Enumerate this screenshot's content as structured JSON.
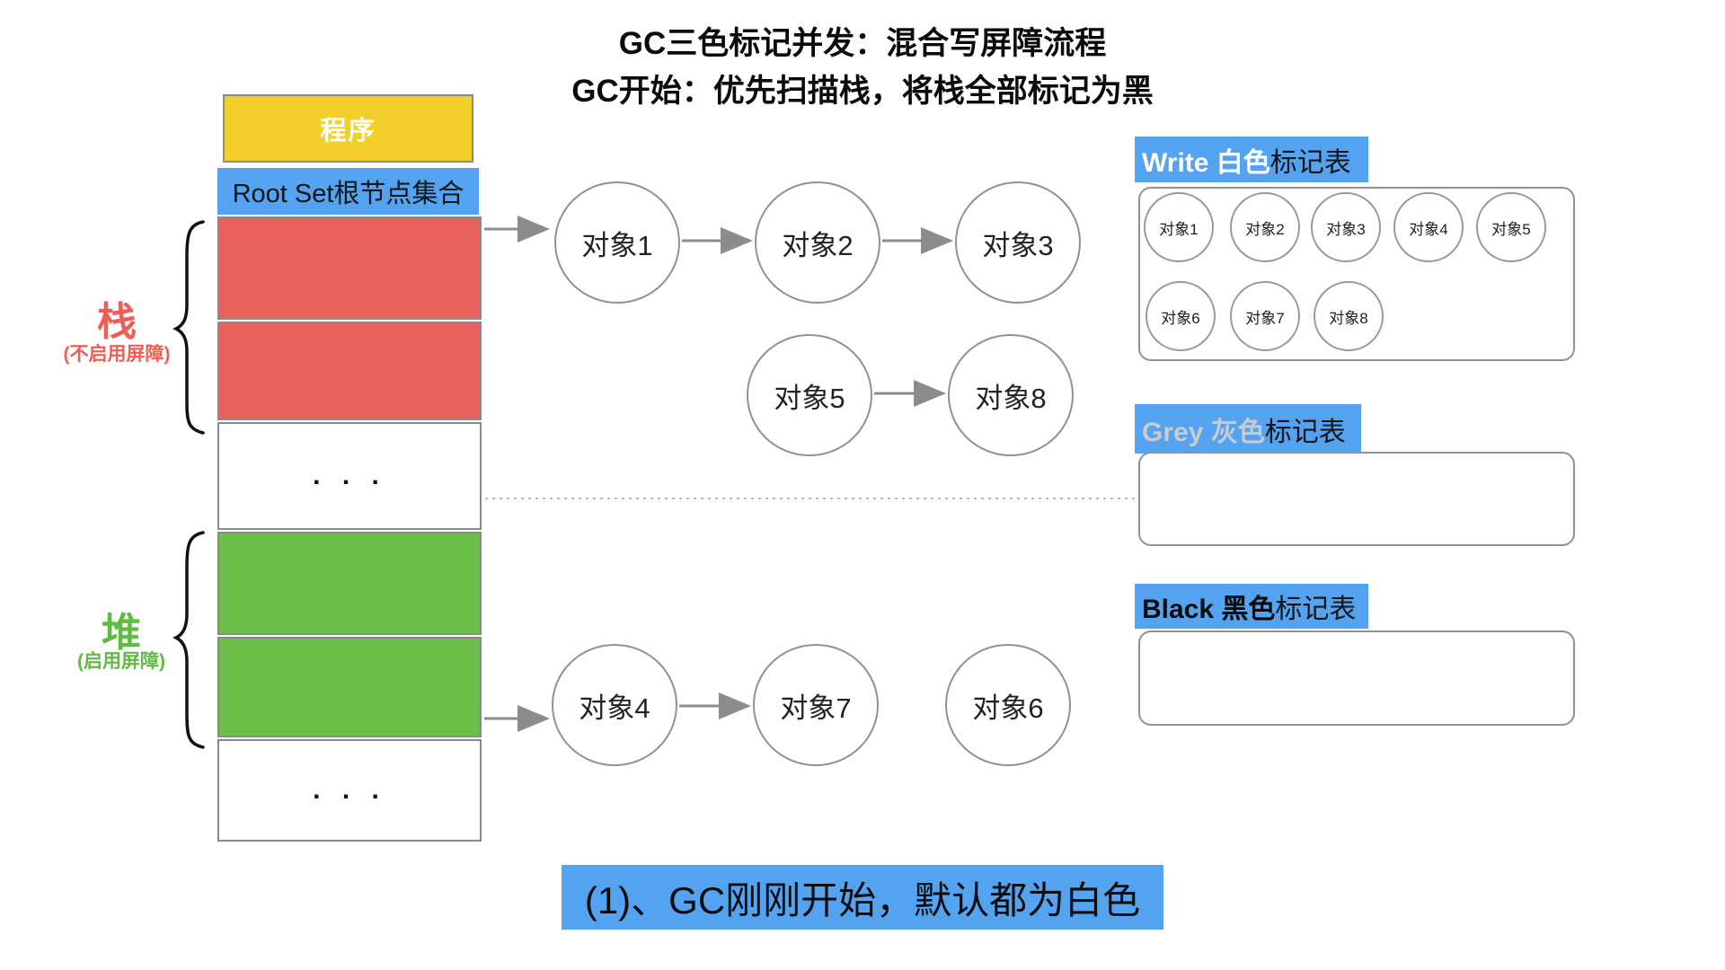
{
  "title": {
    "line1": "GC三色标记并发：混合写屏障流程",
    "line2": "GC开始：优先扫描栈，将栈全部标记为黑"
  },
  "memory": {
    "program": "程序",
    "root_set": "Root Set根节点集合",
    "ellipsis": ". . ."
  },
  "labels": {
    "stack": {
      "name": "栈",
      "note": "(不启用屏障)"
    },
    "heap": {
      "name": "堆",
      "note": "(启用屏障)"
    }
  },
  "graph": {
    "nodes": [
      "对象1",
      "对象2",
      "对象3",
      "对象5",
      "对象8",
      "对象4",
      "对象7",
      "对象6"
    ]
  },
  "tables": {
    "white": {
      "title_en": "Write 白色",
      "title_cn": "标记表",
      "objects": [
        "对象1",
        "对象2",
        "对象3",
        "对象4",
        "对象5",
        "对象6",
        "对象7",
        "对象8"
      ]
    },
    "grey": {
      "title_en": "Grey 灰色",
      "title_cn": "标记表"
    },
    "black": {
      "title_en": "Black 黑色",
      "title_cn": "标记表"
    }
  },
  "caption": "(1)、GC刚刚开始，默认都为白色",
  "colors": {
    "accent_blue": "#54A3F0",
    "program_yellow": "#F2CF2B",
    "stack_red": "#E8615A",
    "heap_green": "#6CC04A",
    "grey_label_text": "#C9CCCF"
  }
}
